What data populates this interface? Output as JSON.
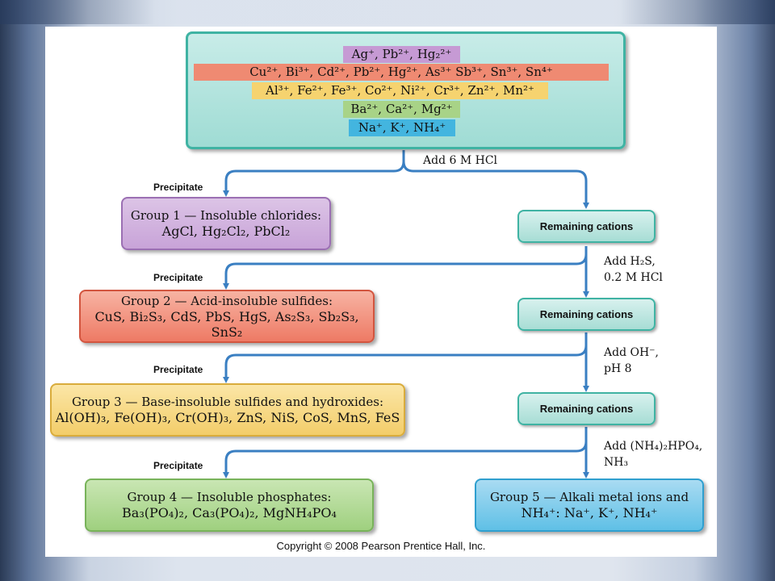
{
  "ions": {
    "row1": "Ag⁺, Pb²⁺, Hg₂²⁺",
    "row2": "Cu²⁺, Bi³⁺, Cd²⁺, Pb²⁺, Hg²⁺, As³⁺ Sb³⁺, Sn³⁺, Sn⁴⁺",
    "row3": "Al³⁺, Fe²⁺, Fe³⁺, Co²⁺, Ni²⁺, Cr³⁺, Zn²⁺, Mn²⁺",
    "row4": "Ba²⁺, Ca²⁺, Mg²⁺",
    "row5": "Na⁺, K⁺, NH₄⁺"
  },
  "steps": {
    "step1": "Add 6 M HCl",
    "step2_line1": "Add H₂S,",
    "step2_line2": "0.2 M HCl",
    "step3_line1": "Add OH⁻,",
    "step3_line2": "pH 8",
    "step4_line1": "Add (NH₄)₂HPO₄,",
    "step4_line2": "NH₃"
  },
  "precipitate_label": "Precipitate",
  "remaining_label": "Remaining cations",
  "groups": {
    "g1": {
      "title": "Group 1 — Insoluble chlorides:",
      "formula": "AgCl, Hg₂Cl₂, PbCl₂"
    },
    "g2": {
      "title": "Group 2 — Acid-insoluble sulfides:",
      "formula": "CuS, Bi₂S₃, CdS, PbS, HgS, As₂S₃, Sb₂S₃, SnS₂"
    },
    "g3": {
      "title": "Group 3 — Base-insoluble sulfides and hydroxides:",
      "formula": "Al(OH)₃, Fe(OH)₃, Cr(OH)₃,  ZnS, NiS, CoS, MnS, FeS"
    },
    "g4": {
      "title": "Group 4 — Insoluble phosphates:",
      "formula": "Ba₃(PO₄)₂, Ca₃(PO₄)₂, MgNH₄PO₄"
    },
    "g5": {
      "title": "Group 5 — Alkali metal ions and",
      "formula": "NH₄⁺: Na⁺, K⁺, NH₄⁺"
    }
  },
  "copyright": "Copyright © 2008 Pearson Prentice Hall, Inc.",
  "colors": {
    "arrow": "#3a7fc2",
    "teal_border": "#3fb3a3"
  }
}
